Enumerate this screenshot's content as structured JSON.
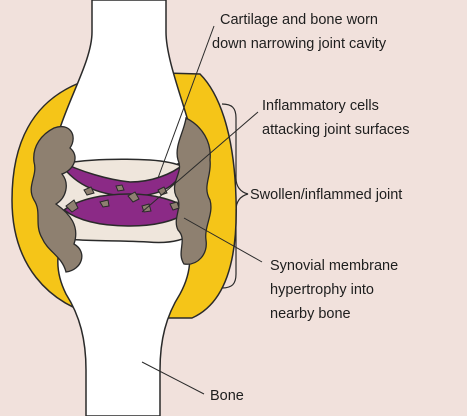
{
  "labels": {
    "cartilage": [
      "Cartilage and bone worn",
      "down narrowing joint cavity"
    ],
    "inflammatory": [
      "Inflammatory cells",
      "attacking joint surfaces"
    ],
    "swollen": "Swollen/inflammed joint",
    "synovial": [
      "Synovial membrane",
      "hypertrophy into",
      "nearby bone"
    ],
    "bone": "Bone"
  },
  "colors": {
    "background": "#f1e1dc",
    "bone": "#ffffff",
    "synovium": "#f5c518",
    "cartilage": "#8b2a86",
    "erosion": "#8e8070",
    "cavity": "#efe6dc",
    "outline": "#2a2a2a"
  }
}
